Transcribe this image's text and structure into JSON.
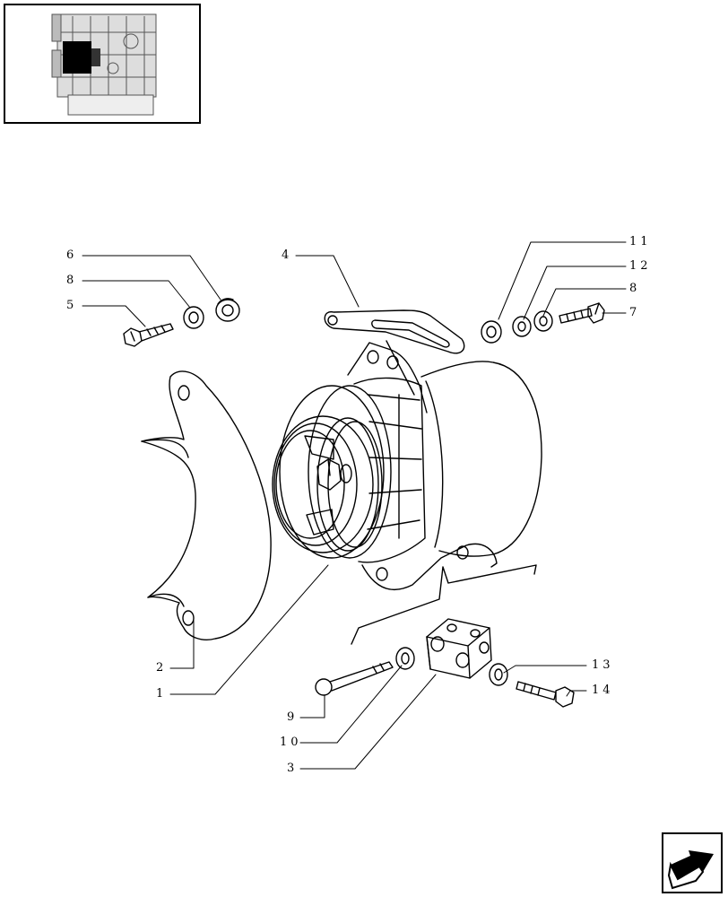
{
  "thumbnail": {
    "icon": "engine-location-thumbnail"
  },
  "diagram": {
    "callouts": [
      {
        "id": "c6",
        "text": "6"
      },
      {
        "id": "c8a",
        "text": "8"
      },
      {
        "id": "c5",
        "text": "5"
      },
      {
        "id": "c4",
        "text": "4"
      },
      {
        "id": "c11",
        "text": "11"
      },
      {
        "id": "c12",
        "text": "12"
      },
      {
        "id": "c8b",
        "text": "8"
      },
      {
        "id": "c7",
        "text": "7"
      },
      {
        "id": "c2",
        "text": "2"
      },
      {
        "id": "c1",
        "text": "1"
      },
      {
        "id": "c13",
        "text": "13"
      },
      {
        "id": "c14",
        "text": "14"
      },
      {
        "id": "c9",
        "text": "9"
      },
      {
        "id": "c10",
        "text": "10"
      },
      {
        "id": "c3",
        "text": "3"
      }
    ]
  },
  "navigation": {
    "next_icon": "next-page-arrow-icon"
  }
}
